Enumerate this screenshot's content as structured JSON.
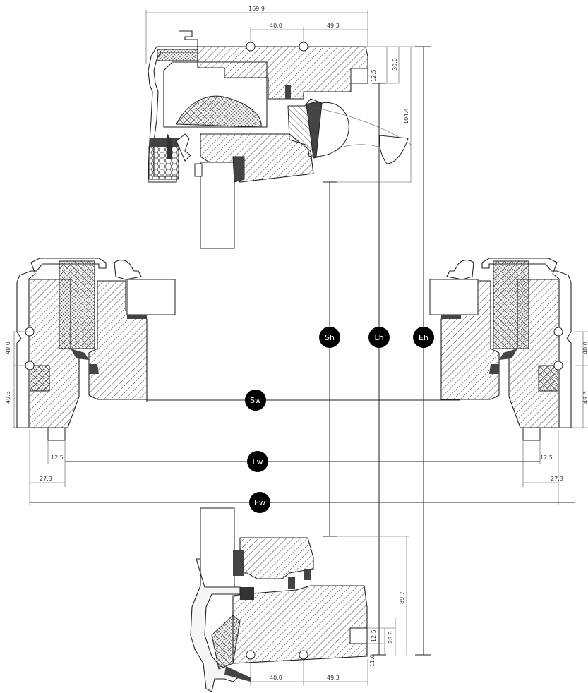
{
  "colors": {
    "line": "#222222",
    "badge": "#000000",
    "badge_text": "#ffffff",
    "seal": "#444444",
    "frame_fill": "#ffffff"
  },
  "dimensions": {
    "top_total": "169.9",
    "top_left": "40.0",
    "top_right": "49.3",
    "top_12_5": "12.5",
    "top_30_0": "30.0",
    "top_104_4": "104.4",
    "left_40_0": "40.0",
    "left_49_3": "49.3",
    "left_12_5": "12.5",
    "left_27_3": "27.3",
    "right_40_0": "40.0",
    "right_49_3": "49.3",
    "right_12_5": "12.5",
    "right_27_3": "27.3",
    "bottom_89_7": "89.7",
    "bottom_12_5": "12.5",
    "bottom_28_8": "28.8",
    "bottom_11_0": "11.0",
    "bottom_left": "40.0",
    "bottom_right": "49.3"
  },
  "badges": {
    "sh": "Sh",
    "lh": "Lh",
    "eh": "Eh",
    "sw": "Sw",
    "lw": "Lw",
    "ew": "Ew"
  }
}
